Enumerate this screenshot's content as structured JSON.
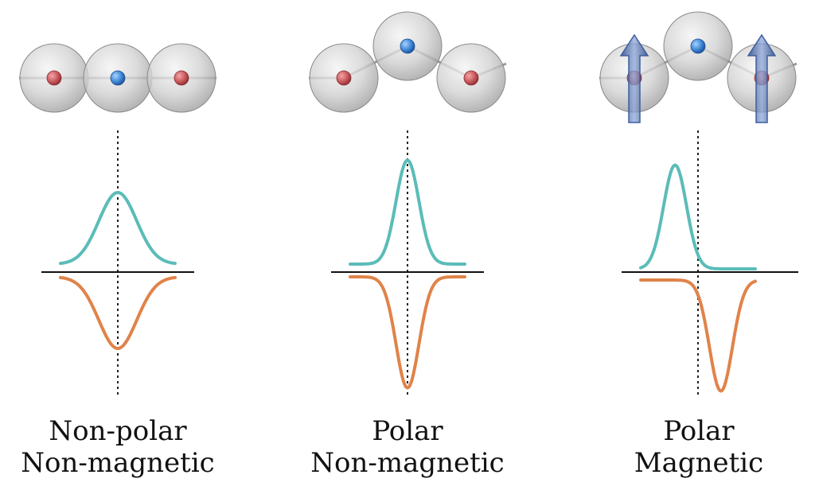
{
  "panels": [
    {
      "id": "nonpolar-nonmagnetic",
      "label_line1": "Non-polar",
      "label_line2": "Non-magnetic",
      "polar": false,
      "magnetic": false,
      "spin_up_peak_offset": 0,
      "spin_down_peak_offset": 0
    },
    {
      "id": "polar-nonmagnetic",
      "label_line1": "Polar",
      "label_line2": "Non-magnetic",
      "polar": true,
      "magnetic": false,
      "spin_up_peak_offset": 0,
      "spin_down_peak_offset": 0
    },
    {
      "id": "polar-magnetic",
      "label_line1": "Polar",
      "label_line2": "Magnetic",
      "polar": true,
      "magnetic": true,
      "spin_up_peak_offset": -0.4,
      "spin_down_peak_offset": 0.4
    }
  ],
  "colors": {
    "spin_up_curve": "#5bbcb8",
    "spin_down_curve": "#e0834a",
    "side_atom": "#c9575c",
    "center_atom": "#3d86d6",
    "atom_sphere": "#c8c8c8",
    "magnetic_moment_arrow": "#3f5f9e",
    "baseline": "#111111"
  },
  "icons": {
    "magnetic_moment": "up-arrow-icon"
  }
}
